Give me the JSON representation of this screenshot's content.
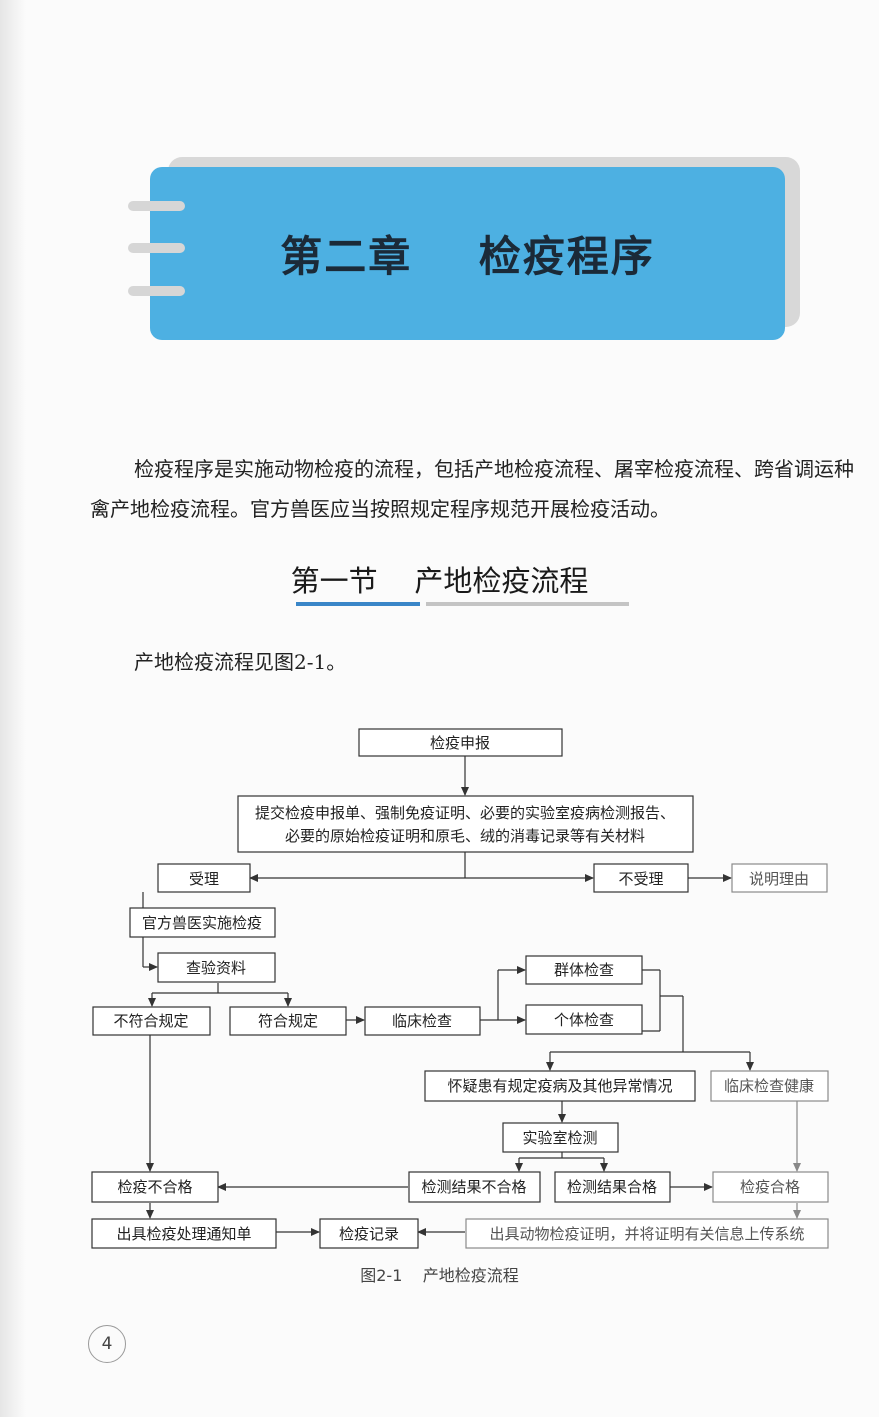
{
  "chapter": {
    "title": "第二章    检疫程序"
  },
  "intro": "检疫程序是实施动物检疫的流程，包括产地检疫流程、屠宰检疫流程、跨省调运种禽产地检疫流程。官方兽医应当按照规定程序规范开展检疫活动。",
  "section": {
    "title": "第一节    产地检疫流程"
  },
  "section_intro": "产地检疫流程见图2-1。",
  "flowchart": {
    "caption": "图2-1    产地检疫流程",
    "nodes": {
      "declare": "检疫申报",
      "submit_line1": "提交检疫申报单、强制免疫证明、必要的实验室疫病检测报告、",
      "submit_line2": "必要的原始检疫证明和原毛、绒的消毒记录等有关材料",
      "accept": "受理",
      "reject": "不受理",
      "explain": "说明理由",
      "official_vet": "官方兽医实施检疫",
      "check_docs": "查验资料",
      "non_compliant": "不符合规定",
      "compliant": "符合规定",
      "clinical": "临床检查",
      "group_check": "群体检查",
      "individual_check": "个体检查",
      "suspected": "怀疑患有规定疫病及其他异常情况",
      "clinical_healthy": "临床检查健康",
      "lab_test": "实验室检测",
      "failed": "检疫不合格",
      "test_fail": "检测结果不合格",
      "test_pass": "检测结果合格",
      "passed": "检疫合格",
      "notice": "出具检疫处理通知单",
      "record": "检疫记录",
      "certificate": "出具动物检疫证明，并将证明有关信息上传系统"
    }
  },
  "page_number": "4"
}
